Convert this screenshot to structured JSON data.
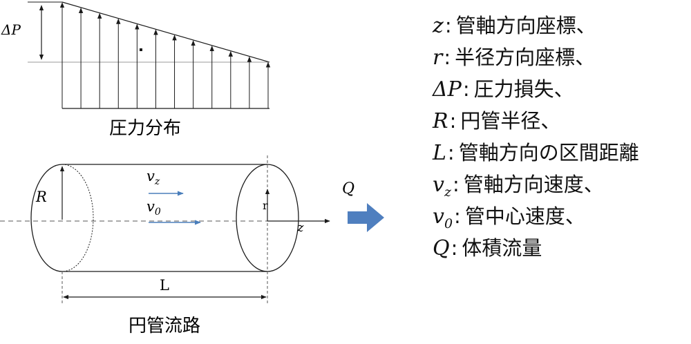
{
  "colors": {
    "line": "#1a1a1a",
    "velocity_arrow": "#4a7ebb",
    "block_arrow": "#4f7fbf",
    "axis_dash": "#555555"
  },
  "pressure": {
    "delta_label": "ΔP",
    "caption": "圧力分布",
    "arrow_count": 12
  },
  "pipe": {
    "radius_label": "R",
    "length_label": "L",
    "caption": "円管流路",
    "vz_label": "v",
    "vz_sub": "z",
    "v0_label": "v",
    "v0_sub": "0",
    "r_axis_label": "r",
    "z_axis_label": "z",
    "q_label": "Q"
  },
  "legend": [
    {
      "sym": "z",
      "sub": "",
      "desc": "管軸方向座標、"
    },
    {
      "sym": "r",
      "sub": "",
      "desc": "半径方向座標、"
    },
    {
      "sym": "ΔP",
      "sub": "",
      "desc": "圧力損失、"
    },
    {
      "sym": "R",
      "sub": "",
      "desc": "円管半径、"
    },
    {
      "sym": "L",
      "sub": "",
      "desc": "管軸方向の区間距離"
    },
    {
      "sym": "v",
      "sub": "z",
      "desc": "管軸方向速度、"
    },
    {
      "sym": "v",
      "sub": "0",
      "desc": "管中心速度、"
    },
    {
      "sym": "Q",
      "sub": "",
      "desc": "体積流量"
    }
  ]
}
